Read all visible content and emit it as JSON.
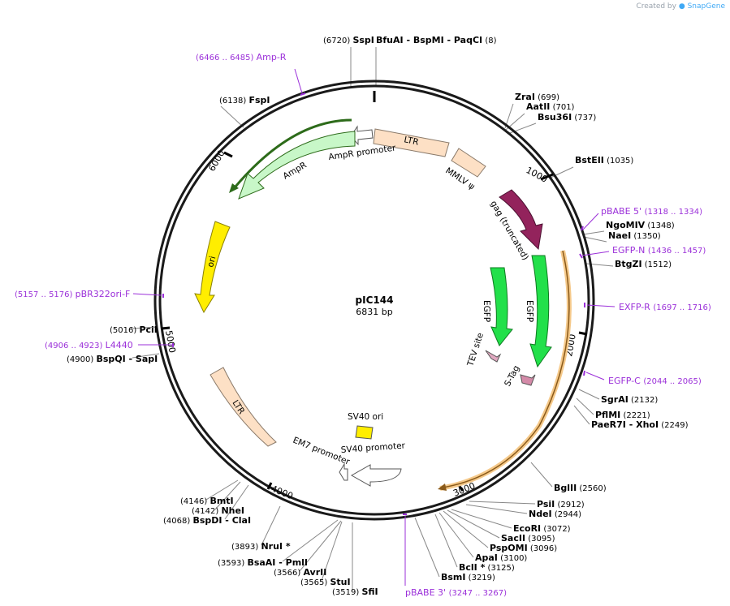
{
  "brand": {
    "prefix": "Created by",
    "name": "SnapGene"
  },
  "plasmid": {
    "name": "pIC144",
    "length_label": "6831 bp",
    "length": 6831
  },
  "colors": {
    "backbone": "#1a1a1a",
    "primer": "#9b30d9",
    "leader": "#888888",
    "ltr": "#fde0c5",
    "mmlv": "#fde0c5",
    "gag": "#93235c",
    "egfp": "#22e04a",
    "ampr": "#c8f7c8",
    "ori": "#ffee00",
    "tev": "#e0a8c0",
    "stag": "#d48aa8",
    "sv40": "#ffee00",
    "promoter": "#ffffff",
    "orf": "#f5c98a"
  },
  "ticks": [
    "1000",
    "2000",
    "3000",
    "4000",
    "5000",
    "6000"
  ],
  "enzymes": [
    {
      "id": "sspi",
      "pos_label": "(6720)",
      "name": "SspI"
    },
    {
      "id": "bfuai",
      "pos_label": "(8)",
      "name": "BfuAI",
      "extra": [
        "BspMI",
        "PaqCI"
      ]
    },
    {
      "id": "fspi",
      "pos_label": "(6138)",
      "name": "FspI"
    },
    {
      "id": "zrai",
      "pos_label": "(699)",
      "name": "ZraI"
    },
    {
      "id": "aatii",
      "pos_label": "(701)",
      "name": "AatII"
    },
    {
      "id": "bsu36i",
      "pos_label": "(737)",
      "name": "Bsu36I"
    },
    {
      "id": "bsteii",
      "pos_label": "(1035)",
      "name": "BstEII"
    },
    {
      "id": "ngomiv",
      "pos_label": "(1348)",
      "name": "NgoMIV"
    },
    {
      "id": "naei",
      "pos_label": "(1350)",
      "name": "NaeI"
    },
    {
      "id": "btgzi",
      "pos_label": "(1512)",
      "name": "BtgZI"
    },
    {
      "id": "sgrai",
      "pos_label": "(2132)",
      "name": "SgrAI"
    },
    {
      "id": "pflmi",
      "pos_label": "(2221)",
      "name": "PflMI"
    },
    {
      "id": "paer7i",
      "pos_label": "(2249)",
      "name": "PaeR7I",
      "extra": [
        "XhoI"
      ]
    },
    {
      "id": "bglii",
      "pos_label": "(2560)",
      "name": "BglII"
    },
    {
      "id": "psii",
      "pos_label": "(2912)",
      "name": "PsiI"
    },
    {
      "id": "ndei",
      "pos_label": "(2944)",
      "name": "NdeI"
    },
    {
      "id": "ecori",
      "pos_label": "(3072)",
      "name": "EcoRI"
    },
    {
      "id": "sacii",
      "pos_label": "(3095)",
      "name": "SacII"
    },
    {
      "id": "pspomi",
      "pos_label": "(3096)",
      "name": "PspOMI"
    },
    {
      "id": "apai",
      "pos_label": "(3100)",
      "name": "ApaI"
    },
    {
      "id": "bcli",
      "pos_label": "(3125)",
      "name": "BclI *"
    },
    {
      "id": "bsmi",
      "pos_label": "(3219)",
      "name": "BsmI"
    },
    {
      "id": "sfii",
      "pos_label": "(3519)",
      "name": "SfiI"
    },
    {
      "id": "stui",
      "pos_label": "(3565)",
      "name": "StuI"
    },
    {
      "id": "avrii",
      "pos_label": "(3566)",
      "name": "AvrII"
    },
    {
      "id": "bsaai",
      "pos_label": "(3593)",
      "name": "BsaAI",
      "extra": [
        "PmlI"
      ]
    },
    {
      "id": "nrui",
      "pos_label": "(3893)",
      "name": "NruI *"
    },
    {
      "id": "bspdi",
      "pos_label": "(4068)",
      "name": "BspDI",
      "extra": [
        "ClaI"
      ]
    },
    {
      "id": "nhei",
      "pos_label": "(4142)",
      "name": "NheI"
    },
    {
      "id": "bmti",
      "pos_label": "(4146)",
      "name": "BmtI"
    },
    {
      "id": "bspqi",
      "pos_label": "(4900)",
      "name": "BspQI",
      "extra": [
        "SapI"
      ]
    },
    {
      "id": "pcii",
      "pos_label": "(5016)",
      "name": "PciI"
    }
  ],
  "primers": [
    {
      "id": "ampr-primer",
      "name": "Amp-R",
      "pos_label": "(6466 .. 6485)"
    },
    {
      "id": "pbabe5",
      "name": "pBABE 5'",
      "pos_label": "(1318 .. 1334)"
    },
    {
      "id": "egfp-n",
      "name": "EGFP-N",
      "pos_label": "(1436 .. 1457)"
    },
    {
      "id": "exfp-r",
      "name": "EXFP-R",
      "pos_label": "(1697 .. 1716)"
    },
    {
      "id": "egfp-c",
      "name": "EGFP-C",
      "pos_label": "(2044 .. 2065)"
    },
    {
      "id": "pbabe3",
      "name": "pBABE 3'",
      "pos_label": "(3247 .. 3267)"
    },
    {
      "id": "l4440",
      "name": "L4440",
      "pos_label": "(4906 .. 4923)"
    },
    {
      "id": "pbr322ori",
      "name": "pBR322ori-F",
      "pos_label": "(5157 .. 5176)"
    }
  ],
  "features": [
    {
      "id": "ltr-top",
      "label": "LTR"
    },
    {
      "id": "mmlv",
      "label": "MMLV ψ"
    },
    {
      "id": "gag",
      "label": "gag (truncated)"
    },
    {
      "id": "egfp-inner",
      "label": "EGFP"
    },
    {
      "id": "egfp-outer",
      "label": "EGFP"
    },
    {
      "id": "tev",
      "label": "TEV site"
    },
    {
      "id": "stag",
      "label": "S-Tag"
    },
    {
      "id": "ampr-promoter",
      "label": "AmpR promoter"
    },
    {
      "id": "ampr",
      "label": "AmpR"
    },
    {
      "id": "ori",
      "label": "ori"
    },
    {
      "id": "ltr-bottom",
      "label": "LTR"
    },
    {
      "id": "sv40-ori",
      "label": "SV40 ori"
    },
    {
      "id": "sv40-promoter",
      "label": "SV40 promoter"
    },
    {
      "id": "em7-promoter",
      "label": "EM7 promoter"
    }
  ]
}
